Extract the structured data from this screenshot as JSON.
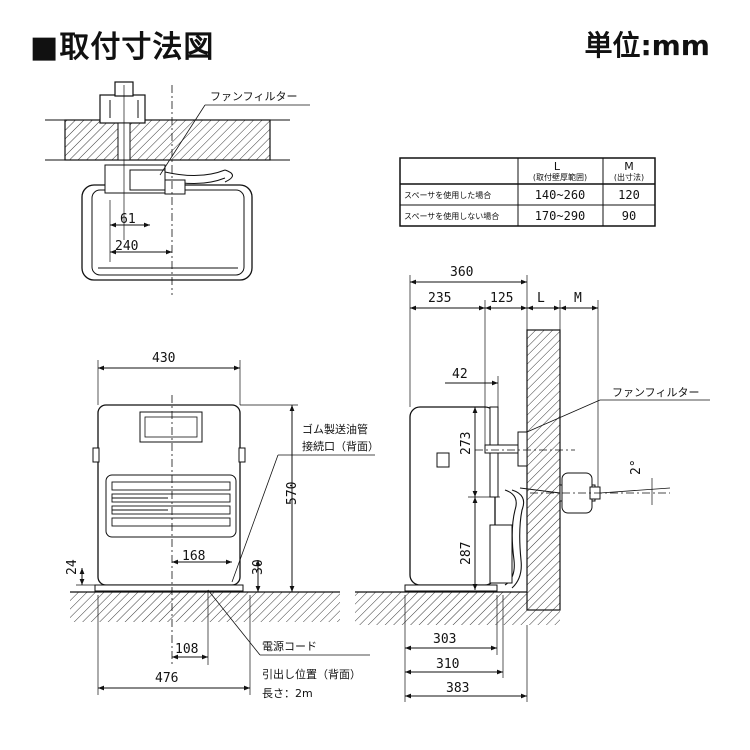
{
  "title": "■取付寸法図",
  "unit": "単位:mm",
  "labels": {
    "fan_filter": "ファンフィルター",
    "hose_line1": "ゴム製送油管",
    "hose_line2": "接続口（背面）",
    "cord_line1": "電源コード",
    "cord_line2": "引出し位置（背面）",
    "cord_line3": "長さ：2m",
    "angle": "2°"
  },
  "table": {
    "header": {
      "col_l": "L",
      "col_l_sub": "(取付壁厚範囲)",
      "col_m": "M",
      "col_m_sub": "(出寸法)"
    },
    "rows": [
      {
        "label": "スペーサを使用した場合",
        "l": "140~260",
        "m": "120"
      },
      {
        "label": "スペーサを使用しない場合",
        "l": "170~290",
        "m": "90"
      }
    ]
  },
  "dims": {
    "top": {
      "d61": "61",
      "d240": "240"
    },
    "front": {
      "d430": "430",
      "d570": "570",
      "d24": "24",
      "d168": "168",
      "d30": "30",
      "d108": "108",
      "d476": "476"
    },
    "side": {
      "d360": "360",
      "d235": "235",
      "d125": "125",
      "dL": "L",
      "dM": "M",
      "d42": "42",
      "d273": "273",
      "d287": "287",
      "d303": "303",
      "d310": "310",
      "d383": "383"
    }
  }
}
